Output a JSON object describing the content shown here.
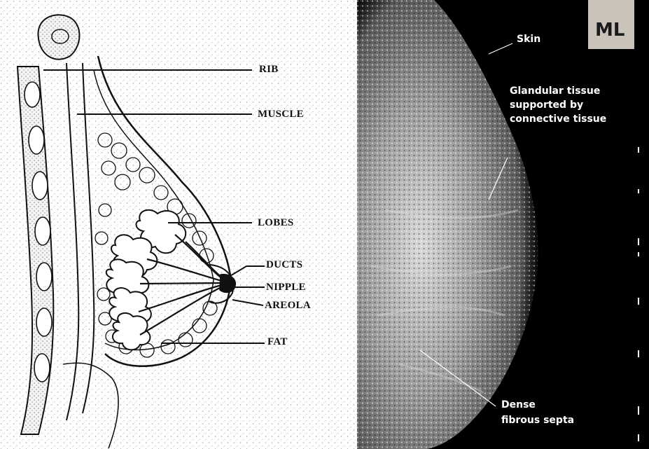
{
  "anatomy_labels": {
    "rib": "RIB",
    "muscle": "MUSCLE",
    "lobes": "LOBES",
    "ducts": "DUCTS",
    "nipple": "NIPPLE",
    "areola": "AREOLA",
    "fat": "FAT"
  },
  "mammogram": {
    "view_code": "ML",
    "labels": {
      "skin": "Skin",
      "glandular_line1": "Glandular tissue",
      "glandular_line2": "supported by",
      "glandular_line3": "connective tissue",
      "septa_line1": "Dense",
      "septa_line2": "fibrous septa"
    }
  },
  "colors": {
    "line_art": "#111111",
    "mammo_background": "#000000",
    "mammo_label": "#ffffff",
    "view_tag_background": "#c9c3ba"
  }
}
